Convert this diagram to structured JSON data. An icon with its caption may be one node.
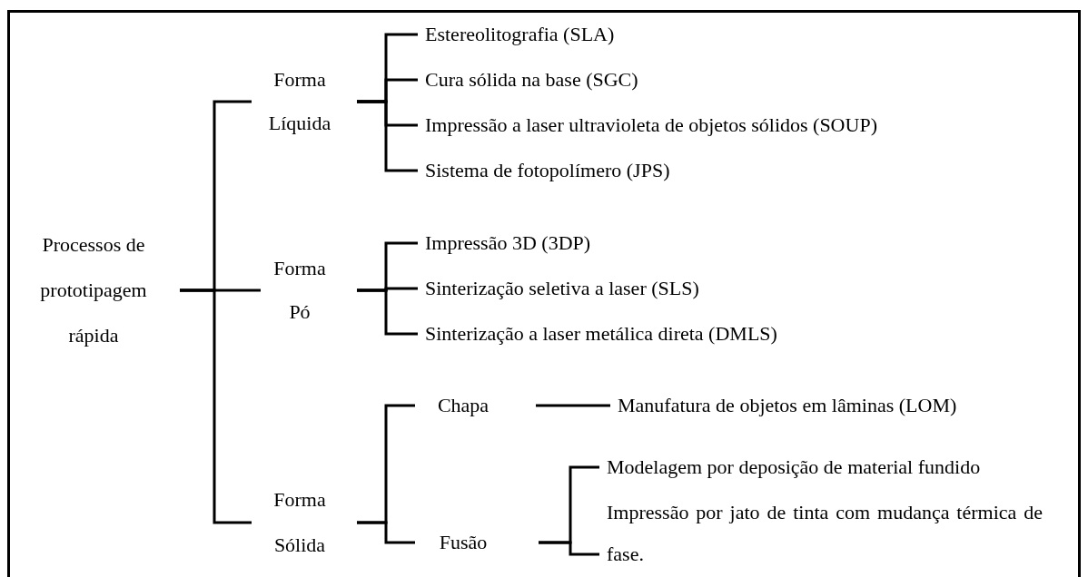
{
  "diagram": {
    "nodes": [
      {
        "text": [
          "Processos de prototipagem rápida"
        ]
      },
      {
        "text": [
          "Forma Líquida"
        ]
      },
      {
        "text": [
          "Forma Pó"
        ]
      },
      {
        "text": [
          "Forma Sólida"
        ]
      },
      {
        "text": [
          "Estereolitografia (SLA)"
        ]
      },
      {
        "text": [
          "Cura sólida na base (SGC)"
        ]
      },
      {
        "text": [
          "Impressão a laser ultravioleta de objetos sólidos (SOUP)"
        ]
      },
      {
        "text": [
          "Sistema de fotopolímero (JPS)"
        ]
      },
      {
        "text": [
          "Impressão 3D (3DP)"
        ]
      },
      {
        "text": [
          "Sinterização seletiva a laser (SLS)"
        ]
      },
      {
        "text": [
          "Sinterização a laser metálica direta (DMLS)"
        ]
      },
      {
        "text": [
          "Chapa"
        ]
      },
      {
        "text": [
          "Fusão"
        ]
      },
      {
        "text": [
          "Manufatura de objetos em lâminas (LOM)"
        ]
      },
      {
        "text": [
          "Modelagem por deposição de material fundido"
        ]
      },
      {
        "text": [
          "Impressão por jato de tinta com mudança térmica de fase."
        ]
      }
    ],
    "edges": [
      {
        "from": 0,
        "to": 1,
        "arrow": "none"
      },
      {
        "from": 0,
        "to": 2,
        "arrow": "none"
      },
      {
        "from": 0,
        "to": 3,
        "arrow": "none"
      },
      {
        "from": 1,
        "to": 4,
        "arrow": "none"
      },
      {
        "from": 1,
        "to": 5,
        "arrow": "none"
      },
      {
        "from": 1,
        "to": 6,
        "arrow": "none"
      },
      {
        "from": 1,
        "to": 7,
        "arrow": "none"
      },
      {
        "from": 2,
        "to": 8,
        "arrow": "none"
      },
      {
        "from": 2,
        "to": 9,
        "arrow": "none"
      },
      {
        "from": 2,
        "to": 10,
        "arrow": "none"
      },
      {
        "from": 3,
        "to": 11,
        "arrow": "none"
      },
      {
        "from": 3,
        "to": 12,
        "arrow": "none"
      },
      {
        "from": 11,
        "to": 13,
        "arrow": "none"
      },
      {
        "from": 12,
        "to": 14,
        "arrow": "none"
      },
      {
        "from": 12,
        "to": 15,
        "arrow": "none"
      }
    ]
  }
}
